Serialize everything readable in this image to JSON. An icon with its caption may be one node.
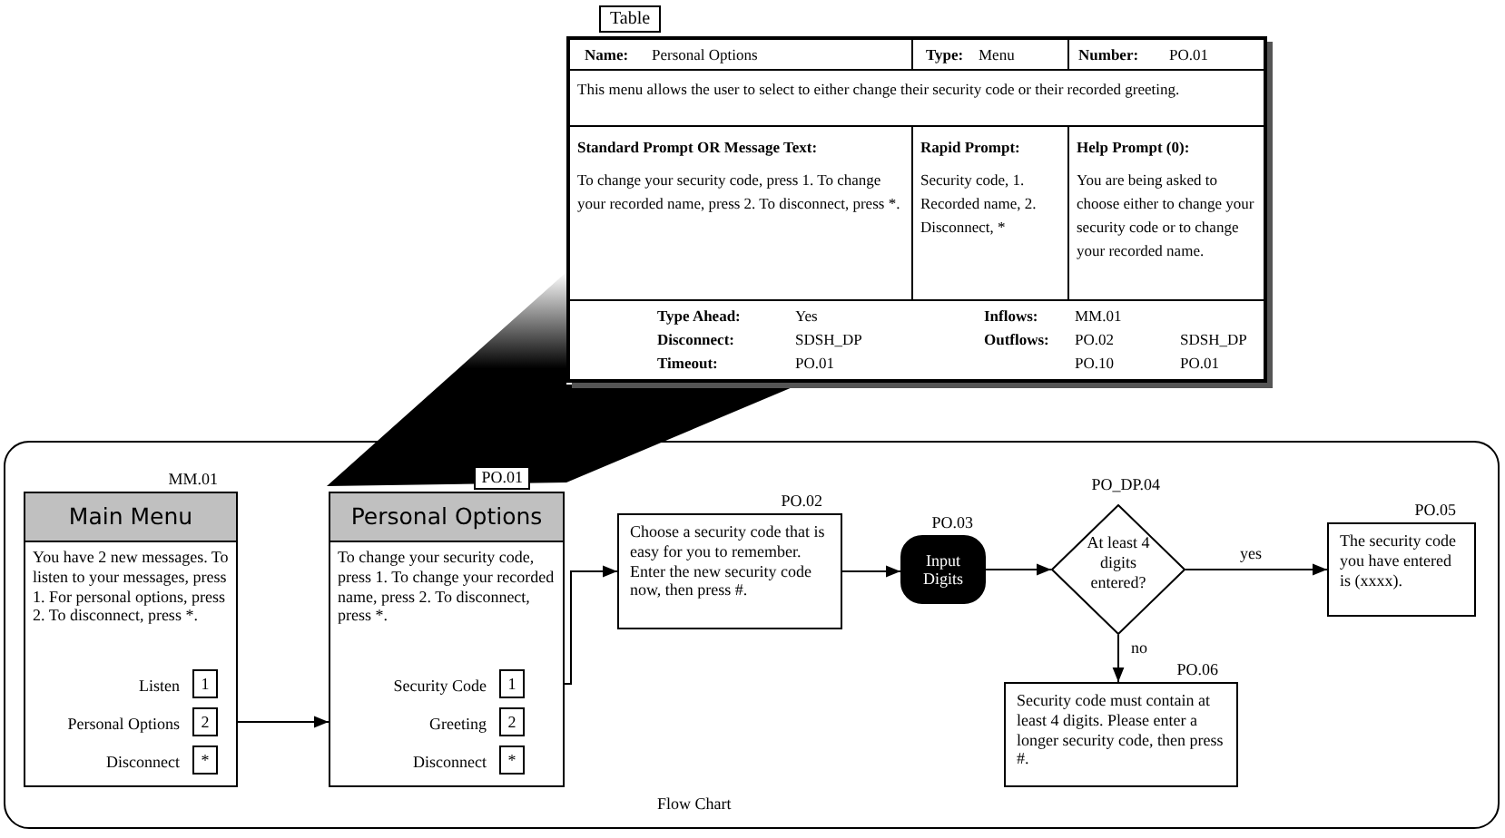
{
  "diagram": {
    "nodes": [
      {
        "text": [
          "Table"
        ]
      },
      {
        "text": [
          "Flow Chart"
        ]
      },
      {
        "text": [
          "Main Menu",
          "You have 2 new messages. To listen to your messages, press 1. For personal options, press 2. To disconnect, press *."
        ],
        "beside": [
          "MM.01"
        ],
        "in": 1
      },
      {
        "text": [
          "1"
        ],
        "beside": [
          "Listen"
        ],
        "in": 2
      },
      {
        "text": [
          "2"
        ],
        "beside": [
          "Personal Options"
        ],
        "in": 2
      },
      {
        "text": [
          "*"
        ],
        "beside": [
          "Disconnect"
        ],
        "in": 2
      },
      {
        "text": [
          "Personal Options",
          "To change your security code, press 1. To change your recorded name, press 2. To disconnect, press *."
        ],
        "beside": [
          "PO.01"
        ],
        "in": 1
      },
      {
        "text": [
          "1"
        ],
        "beside": [
          "Security Code"
        ],
        "in": 6
      },
      {
        "text": [
          "2"
        ],
        "beside": [
          "Greeting"
        ],
        "in": 6
      },
      {
        "text": [
          "*"
        ],
        "beside": [
          "Disconnect"
        ],
        "in": 6
      },
      {
        "text": [
          "Choose a security code that is easy for you to remember. Enter the new security code now, then press #."
        ],
        "beside": [
          "PO.02"
        ],
        "in": 1
      },
      {
        "text": [
          "Input Digits"
        ],
        "beside": [
          "PO.03"
        ],
        "in": 1
      },
      {
        "text": [
          "At least 4 digits entered?"
        ],
        "beside": [
          "PO_DP.04"
        ],
        "in": 1
      },
      {
        "text": [
          "The security code you have entered is (xxxx)."
        ],
        "beside": [
          "PO.05"
        ],
        "in": 1
      },
      {
        "text": [
          "Security code must contain at least 4 digits. Please enter a longer security code, then press #."
        ],
        "beside": [
          "PO.06"
        ],
        "in": 1
      }
    ],
    "edges": [
      {
        "from": 4,
        "to": 6,
        "arrow": "to"
      },
      {
        "from": 7,
        "to": 10,
        "arrow": "to"
      },
      {
        "from": 10,
        "to": 11,
        "arrow": "to"
      },
      {
        "from": 11,
        "to": 12,
        "arrow": "to"
      },
      {
        "from": 12,
        "to": 13,
        "arrow": "to",
        "label": "yes"
      },
      {
        "from": 12,
        "to": 14,
        "arrow": "to",
        "label": "no"
      }
    ],
    "labels": [
      "Name:",
      "Personal Options",
      "Type:",
      "Menu",
      "Number:",
      "PO.01",
      "This menu allows the user to select to either change their security code or their recorded greeting.",
      "Standard Prompt OR Message Text:",
      "Rapid Prompt:",
      "Help Prompt (0):",
      "To change your security code, press 1. To change your recorded name, press 2. To disconnect, press *.",
      "Security code, 1. Recorded name, 2. Disconnect, *",
      "You are being asked to choose either to change your security code or to change your recorded name.",
      "Type Ahead:",
      "Yes",
      "Inflows:",
      "MM.01",
      "Disconnect:",
      "SDSH_DP",
      "Outflows:",
      "PO.02",
      "SDSH_DP",
      "Timeout:",
      "PO.01",
      "PO.10",
      "PO.01"
    ]
  }
}
